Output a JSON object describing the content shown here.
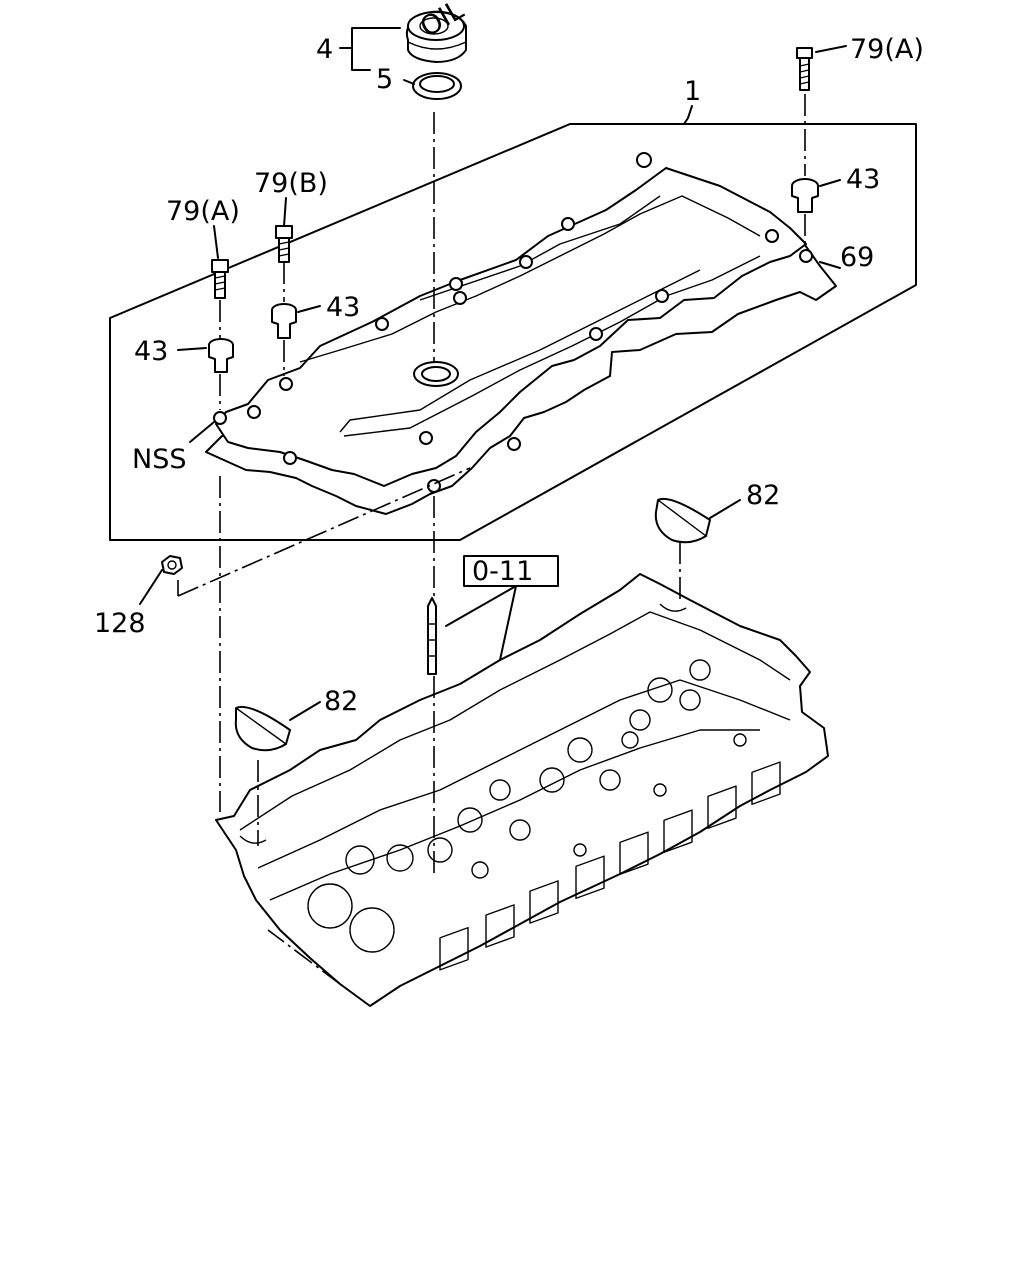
{
  "labels": {
    "p4": "4",
    "p5": "5",
    "p1": "1",
    "p79a_top": "79(A)",
    "p43_top": "43",
    "p69": "69",
    "p79b": "79(B)",
    "p79a_left": "79(A)",
    "p43_mid": "43",
    "p43_left": "43",
    "nss": "NSS",
    "p82_right": "82",
    "p011": "0-11",
    "p128": "128",
    "p82_left": "82"
  },
  "cap_text": "OIL"
}
